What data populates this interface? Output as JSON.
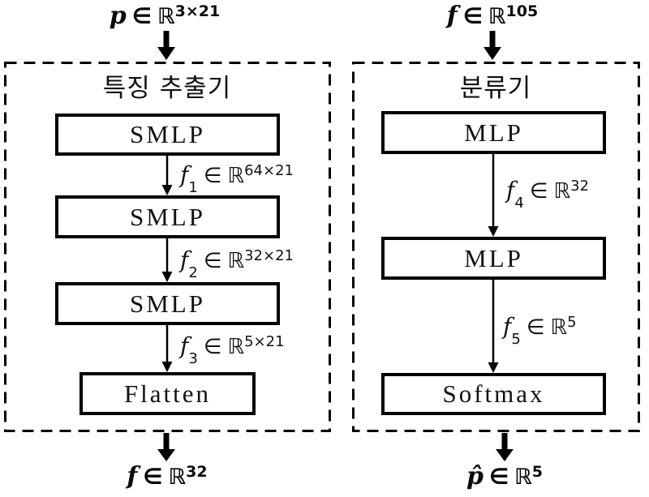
{
  "colors": {
    "ink": "#000000",
    "background": "#ffffff"
  },
  "inputs": {
    "left": {
      "var": "p",
      "element_of": "∈",
      "set": "ℝ",
      "sup": "3×21"
    },
    "right": {
      "var": "f",
      "element_of": "∈",
      "set": "ℝ",
      "sup": "105"
    }
  },
  "feature_extractor": {
    "title": "특징 추출기",
    "boxes": [
      {
        "label": "SMLP"
      },
      {
        "label": "SMLP"
      },
      {
        "label": "SMLP"
      },
      {
        "label": "Flatten"
      }
    ],
    "edges": [
      {
        "var": "f",
        "sub": "1",
        "element_of": "∈",
        "set": "ℝ",
        "sup": "64×21"
      },
      {
        "var": "f",
        "sub": "2",
        "element_of": "∈",
        "set": "ℝ",
        "sup": "32×21"
      },
      {
        "var": "f",
        "sub": "3",
        "element_of": "∈",
        "set": "ℝ",
        "sup": "5×21"
      }
    ],
    "output": {
      "var": "f",
      "element_of": "∈",
      "set": "ℝ",
      "sup": "32"
    }
  },
  "classifier": {
    "title": "분류기",
    "boxes": [
      {
        "label": "MLP"
      },
      {
        "label": "MLP"
      },
      {
        "label": "Softmax"
      }
    ],
    "edges": [
      {
        "var": "f",
        "sub": "4",
        "element_of": "∈",
        "set": "ℝ",
        "sup": "32"
      },
      {
        "var": "f",
        "sub": "5",
        "element_of": "∈",
        "set": "ℝ",
        "sup": "5"
      }
    ],
    "output": {
      "var": "p̂",
      "element_of": "∈",
      "set": "ℝ",
      "sup": "5"
    }
  }
}
